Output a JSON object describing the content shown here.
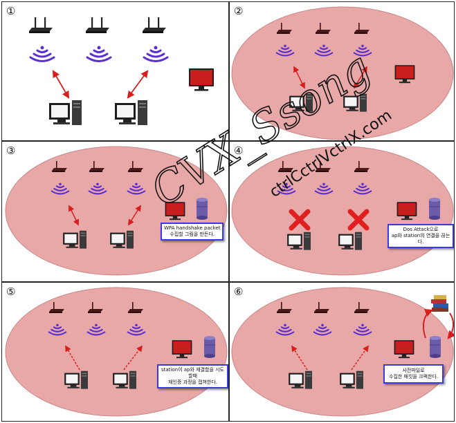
{
  "panels": [
    {
      "number": "①"
    },
    {
      "number": "②"
    },
    {
      "number": "③",
      "note": "WPA handshake packet\n수집할 그림을 만든다."
    },
    {
      "number": "④",
      "note": "Dos Attack으로\nap와 station의 연결을 끊는다."
    },
    {
      "number": "⑤",
      "note": "station이 ap와 재결합을 시도할때\n재인증 과정을 캡쳐한다."
    },
    {
      "number": "⑥",
      "note": "사전파일로\n수집한 패킷을 크랙한다."
    }
  ],
  "watermark": {
    "script": "CVX_Ssong",
    "site": "ctrlCctrlVctrlX.com"
  },
  "colors": {
    "ellipse": "#e9a8a8",
    "arrow": "#d61f1f",
    "wifi": "#5a2fd0",
    "note_border": "#3a3adf",
    "cross": "#e02020",
    "monitor": "#c81e1e"
  }
}
